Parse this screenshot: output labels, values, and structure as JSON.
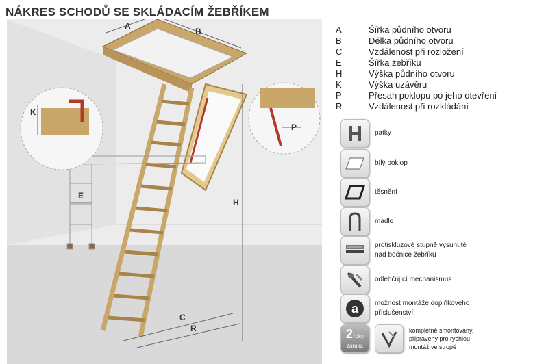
{
  "title": "NÁKRES SCHODŮ SE SKLÁDACÍM ŽEBŘÍKEM",
  "dimension_letters": {
    "a": "A",
    "b": "B",
    "c": "C",
    "e": "E",
    "h": "H",
    "k": "K",
    "p": "P",
    "r": "R"
  },
  "legend": [
    {
      "key": "A",
      "text": "Šířka půdního otvoru"
    },
    {
      "key": "B",
      "text": "Délka půdního otvoru"
    },
    {
      "key": "C",
      "text": "Vzdálenost při rozložení"
    },
    {
      "key": "E",
      "text": "Šířka žebříku"
    },
    {
      "key": "H",
      "text": "Výška půdního otvoru"
    },
    {
      "key": "K",
      "text": "Výška uzávěru"
    },
    {
      "key": "P",
      "text": "Přesah poklopu po jeho otevření"
    },
    {
      "key": "R",
      "text": "Vzdálenost při rozkládání"
    }
  ],
  "features": {
    "patky": "patky",
    "bily_poklop": "bílý poklop",
    "tesneni": "těsnění",
    "madlo": "madlo",
    "stupne_line1": "protiskluzové stupně vysunuté",
    "stupne_line2": "nad bočnice žebříku",
    "mechanismus": "odlehčující mechanismus",
    "prislusenstvi_line1": "možnost montáže doplňkového",
    "prislusenstvi_line2": "příslušenství",
    "zaruka_number": "2",
    "zaruka_word1": "roky",
    "zaruka_word2": "záruka",
    "kompletni_line1": "kompletně smontovány,",
    "kompletni_line2": "připraveny pro rychlou",
    "kompletni_line3": "montáž ve stropě",
    "accessory_letter": "a"
  },
  "colors": {
    "wood": "#d9b87a",
    "wood_dark": "#a8834a",
    "wall": "#e9e9e9",
    "floor": "#d6d6d6",
    "handle": "#b33a2a"
  }
}
